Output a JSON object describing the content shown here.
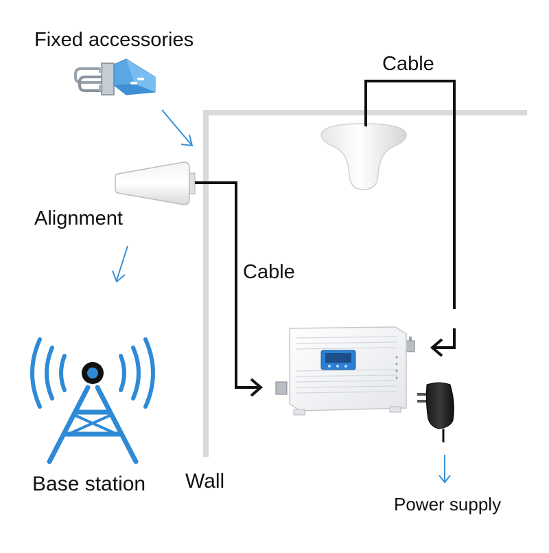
{
  "labels": {
    "fixed_accessories": "Fixed accessories",
    "cable_top": "Cable",
    "alignment": "Alignment",
    "cable_middle": "Cable",
    "base_station": "Base station",
    "wall": "Wall",
    "power_supply": "Power supply"
  },
  "icons": {
    "mounting_bracket": "mounting-bracket-icon",
    "yagi_antenna": "log-periodic-antenna-icon",
    "ceiling_antenna": "ceiling-dome-antenna-icon",
    "repeater": "signal-booster-icon",
    "power_adapter": "power-adapter-icon",
    "base_station": "cell-tower-icon"
  },
  "colors": {
    "arrow_blue": "#3a8fd1",
    "tower_blue": "#2f8ad6",
    "cable_black": "#111111",
    "wall_gray": "#d9d9d9",
    "lcd_blue": "#2a7fd4"
  }
}
